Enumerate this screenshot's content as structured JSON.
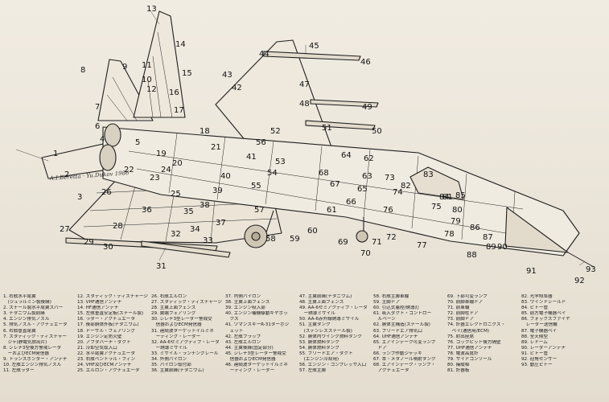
{
  "diagram": {
    "signature": "A.I.Beretta · Yu.Dukov 1986",
    "callouts": [
      {
        "id": "c1",
        "label": "1"
      },
      {
        "id": "c2",
        "label": "2"
      },
      {
        "id": "c3",
        "label": "3"
      },
      {
        "id": "c4",
        "label": "4"
      },
      {
        "id": "c5",
        "label": "5"
      },
      {
        "id": "c6",
        "label": "6"
      },
      {
        "id": "c7",
        "label": "7"
      },
      {
        "id": "c8",
        "label": "8"
      },
      {
        "id": "c9",
        "label": "9"
      },
      {
        "id": "c10",
        "label": "10"
      },
      {
        "id": "c11",
        "label": "11"
      },
      {
        "id": "c12",
        "label": "12"
      },
      {
        "id": "c13",
        "label": "13"
      },
      {
        "id": "c14",
        "label": "14"
      },
      {
        "id": "c15",
        "label": "15"
      },
      {
        "id": "c16",
        "label": "16"
      },
      {
        "id": "c17",
        "label": "17"
      },
      {
        "id": "c18",
        "label": "18"
      },
      {
        "id": "c19",
        "label": "19"
      },
      {
        "id": "c20",
        "label": "20"
      },
      {
        "id": "c21",
        "label": "21"
      },
      {
        "id": "c22",
        "label": "22"
      },
      {
        "id": "c23",
        "label": "23"
      },
      {
        "id": "c24",
        "label": "24"
      },
      {
        "id": "c25",
        "label": "25"
      },
      {
        "id": "c26",
        "label": "26"
      },
      {
        "id": "c27",
        "label": "27"
      },
      {
        "id": "c28",
        "label": "28"
      },
      {
        "id": "c29",
        "label": "29"
      },
      {
        "id": "c30",
        "label": "30"
      },
      {
        "id": "c31",
        "label": "31"
      },
      {
        "id": "c32",
        "label": "32"
      },
      {
        "id": "c33",
        "label": "33"
      },
      {
        "id": "c34",
        "label": "34"
      },
      {
        "id": "c35",
        "label": "35"
      },
      {
        "id": "c36",
        "label": "36"
      },
      {
        "id": "c37",
        "label": "37"
      },
      {
        "id": "c38",
        "label": "38"
      },
      {
        "id": "c39",
        "label": "39"
      },
      {
        "id": "c40",
        "label": "40"
      },
      {
        "id": "c41",
        "label": "41"
      },
      {
        "id": "c42",
        "label": "42"
      },
      {
        "id": "c43",
        "label": "43"
      },
      {
        "id": "c44",
        "label": "44"
      },
      {
        "id": "c45",
        "label": "45"
      },
      {
        "id": "c46",
        "label": "46"
      },
      {
        "id": "c47",
        "label": "47"
      },
      {
        "id": "c48",
        "label": "48"
      },
      {
        "id": "c49",
        "label": "49"
      },
      {
        "id": "c50",
        "label": "50"
      },
      {
        "id": "c51",
        "label": "51"
      },
      {
        "id": "c52",
        "label": "52"
      },
      {
        "id": "c53",
        "label": "53"
      },
      {
        "id": "c54",
        "label": "54"
      },
      {
        "id": "c55",
        "label": "55"
      },
      {
        "id": "c56",
        "label": "56"
      },
      {
        "id": "c57",
        "label": "57"
      },
      {
        "id": "c58",
        "label": "58"
      },
      {
        "id": "c59",
        "label": "59"
      },
      {
        "id": "c60",
        "label": "60"
      },
      {
        "id": "c61",
        "label": "61"
      },
      {
        "id": "c62",
        "label": "62"
      },
      {
        "id": "c63",
        "label": "63"
      },
      {
        "id": "c64",
        "label": "64"
      },
      {
        "id": "c65",
        "label": "65"
      },
      {
        "id": "c66",
        "label": "66"
      },
      {
        "id": "c67",
        "label": "67"
      },
      {
        "id": "c68",
        "label": "68"
      },
      {
        "id": "c69",
        "label": "69"
      },
      {
        "id": "c70",
        "label": "70"
      },
      {
        "id": "c71",
        "label": "71"
      },
      {
        "id": "c72",
        "label": "72"
      },
      {
        "id": "c73",
        "label": "73"
      },
      {
        "id": "c74",
        "label": "74"
      },
      {
        "id": "c75",
        "label": "75"
      },
      {
        "id": "c76",
        "label": "76"
      },
      {
        "id": "c77",
        "label": "77"
      },
      {
        "id": "c78",
        "label": "78"
      },
      {
        "id": "c79",
        "label": "79"
      },
      {
        "id": "c80",
        "label": "80"
      },
      {
        "id": "c81",
        "label": "81"
      },
      {
        "id": "c82",
        "label": "82"
      },
      {
        "id": "c83",
        "label": "83"
      },
      {
        "id": "c84",
        "label": "84"
      },
      {
        "id": "c85",
        "label": "85"
      },
      {
        "id": "c86",
        "label": "86"
      },
      {
        "id": "c87",
        "label": "87"
      },
      {
        "id": "c88",
        "label": "88"
      },
      {
        "id": "c89",
        "label": "89"
      },
      {
        "id": "c90",
        "label": "90"
      },
      {
        "id": "c91",
        "label": "91"
      },
      {
        "id": "c92",
        "label": "92"
      },
      {
        "id": "c93",
        "label": "93"
      }
    ]
  },
  "legend": {
    "columns": [
      [
        "1. 右舷水平尾翼",
        "　(ジュラルミン製後縁)",
        "2. スチール製水平尾翼スパー",
        "3. チタニウム製前縁",
        "4. エンジン排気ノズル",
        "5. 排気ノズル・アクチュエータ",
        "6. 右舷垂直尾翼",
        "7. スタティック・ディスチャー",
        "　ジャ(静電気放出片)",
        "8. シレナ3型後方警戒レーダ",
        "　ーおよびECM発信器",
        "9. トランスポンダー・アンテナ",
        "10. 左舷エンジン排気ノズル",
        "11. 左舷ラダー"
      ],
      [
        "12. スタティック・ディスチャージャ",
        "13. VHF通信アンテナ",
        "14. HF通信アンテナ",
        "15. 左舷垂直安定板(スチール製)",
        "16. ラダー・アクチュエータ",
        "17. 後部胴体外板(チタニウム)",
        "18. ドーサル・フェアリング",
        "19. エンジン定防火壁",
        "20. アフタバーナ・ダクト",
        "21. 冷却空気取入口",
        "22. 水平尾翼アクチュエータ",
        "23. 右舷ベントラル・フィン",
        "24. VHF及びECMアンテナ",
        "25. エルロン・アクチュエータ"
      ],
      [
        "26. 右舷エルロン",
        "27. スタティック・ディスチャージャ",
        "28. 主翼上面フェンス",
        "29. 翼端フェアリング",
        "30. シレナ3型レーダー警戒受",
        "　信器およびECM発信器",
        "31. 連続波ターゲットイルミネ",
        "　ーティング・レーダー",
        "32. AA-6セミアクティブ・レーダ",
        "　ー誘導ミサイル",
        "33. ミサイル・ランチングレール",
        "34. 外側パイロン",
        "35. パイロン取付部",
        "36. 主翼前縁(チタニウム)"
      ],
      [
        "37. 内側パイロン",
        "38. 主翼上面フェンス",
        "39. エンジン吸入部",
        "40. エンジン補機駆動ギヤボッ",
        "　クス",
        "41. ツマンスキーR-31ターボジ",
        "　ェット",
        "42. 左舷フラップ",
        "43. 左舷エルロン",
        "44. 主翼後縁(固定部分)",
        "45. シレナ3型レーダー警戒受",
        "　信器およびECM発信器",
        "46. 連続波ターゲットイルミネ",
        "　ーティング・レーダー"
      ],
      [
        "47. 主翼前縁(チタニウム)",
        "48. 主翼上面フェンス",
        "49. AA-6セミアクティブ・レーダ",
        "　ー誘導ミサイル",
        "50. AA-6赤外線誘導ミサイル",
        "51. 主翼タンク",
        "　(ステンレススチール製)",
        "52. 胴体内ウイング燃料タンク",
        "53. 胴体燃料タンク",
        "54. 胴体燃料タンク",
        "55. ブリードエア・ダクト",
        "　(エンジン冷却用)",
        "56. エンジン・コンプレッサ入口",
        "57. 左舷主脚"
      ],
      [
        "58. 右舷主脚車輪",
        "59. 主脚ドア",
        "60. 引込式着陸/誘導灯",
        "61. 吸入ダクト・コントロー",
        "　ルベーン",
        "62. 胴体主構造(スチール製)",
        "63. ブリードエア排気口",
        "64. UHF通信アンテナ",
        "65. エアインテーク可変ランプ",
        "　ドア",
        "66. ランプ作動ジャッキ",
        "67. 本・メタノール噴射タンク",
        "68. エアインテーク・ランプ・",
        "　アクチュエータ"
      ],
      [
        "69. 下部可変ランプ",
        "70. 前脚車輪ドア",
        "71. 前車輪",
        "72. 前脚柱ドア",
        "73. 前脚ドア",
        "74. 計器エレクトロニクス・",
        "　ベイ(通信用/ECM)",
        "75. 射出座席",
        "76. コックピット後方隔壁",
        "77. UHF通信アンテナ",
        "78. 電波高度計",
        "79. サイドコンソール",
        "80. 操縦桿",
        "81. 計器板"
      ],
      [
        "82. 光学照準器",
        "83. ウインドシールド",
        "84. ピトー管",
        "85. 前方電子機器ベイ",
        "86. フォックスファイヤ・",
        "　レーダー送信機",
        "87. 電子機器ベイ",
        "88. 全天候型",
        "89. レドーム",
        "90. レーダーアンテナ",
        "91. ピトー管",
        "92. 迎角センサー",
        "93. 動圧ピトー"
      ]
    ]
  },
  "colors": {
    "paper": "#ece6da",
    "ink": "#1c1c1c"
  }
}
